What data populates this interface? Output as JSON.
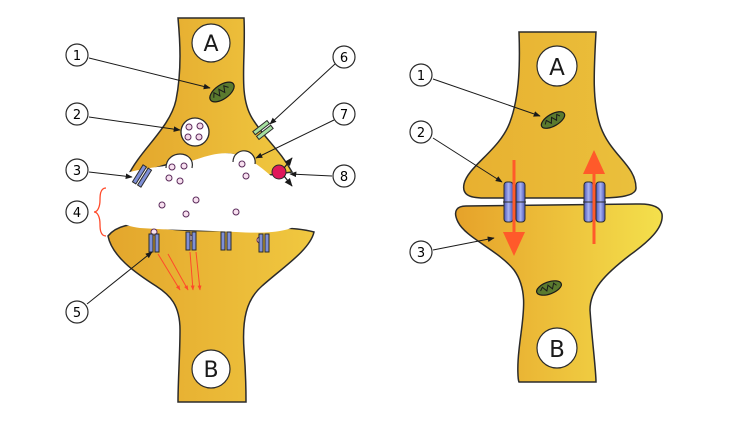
{
  "colors": {
    "cell_fill_dark": "#e3a62c",
    "cell_fill_light": "#f4d84a",
    "cell_stroke": "#2b2b2b",
    "mitochondrion": "#5a7a2e",
    "receptor": "#7f8fd6",
    "pump": "#a6e0a0",
    "enzyme": "#e0185a",
    "arrow_red": "#ff5a2a",
    "label_circle": "#ffffff"
  },
  "chemical_synapse": {
    "presynaptic_label": "A",
    "postsynaptic_label": "B",
    "callouts": [
      "1",
      "2",
      "3",
      "4",
      "5",
      "6",
      "7",
      "8"
    ]
  },
  "electrical_synapse": {
    "presynaptic_label": "A",
    "postsynaptic_label": "B",
    "callouts": [
      "1",
      "2",
      "3"
    ]
  },
  "icons": [
    "mitochondrion-icon",
    "synaptic-vesicle-icon",
    "receptor-icon",
    "ion-pump-icon",
    "enzyme-icon",
    "gap-junction-icon"
  ]
}
